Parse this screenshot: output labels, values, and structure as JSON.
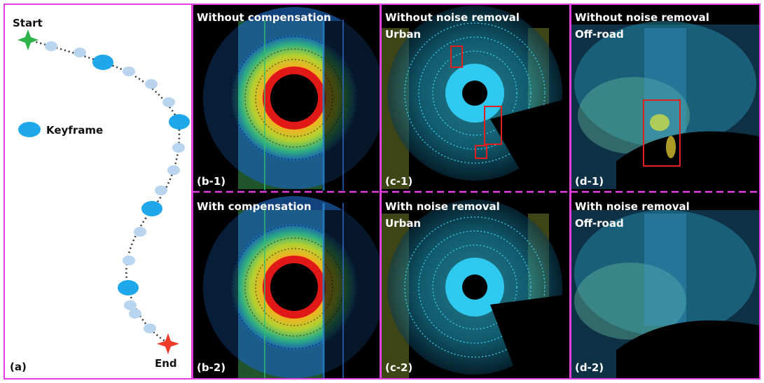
{
  "panel_a": {
    "start_label": "Start",
    "end_label": "End",
    "legend_label": "Keyframe",
    "panel_label": "(a)"
  },
  "panel_b": {
    "top_title": "Without compensation",
    "top_label": "(b-1)",
    "bottom_title": "With compensation",
    "bottom_label": "(b-2)"
  },
  "panel_c": {
    "top_title": "Without noise removal",
    "top_subtitle": "Urban",
    "top_label": "(c-1)",
    "bottom_title": "With noise removal",
    "bottom_subtitle": "Urban",
    "bottom_label": "(c-2)"
  },
  "panel_d": {
    "top_title": "Without noise removal",
    "top_subtitle": "Off-road",
    "top_label": "(d-1)",
    "bottom_title": "With noise removal",
    "bottom_subtitle": "Off-road",
    "bottom_label": "(d-2)"
  },
  "colors": {
    "frame": "#e040e0",
    "keyframe": "#1ea7ea",
    "node": "#b8d4ee",
    "start_star": "#2db34a",
    "end_star": "#f03c2a",
    "box": "#e02020"
  }
}
